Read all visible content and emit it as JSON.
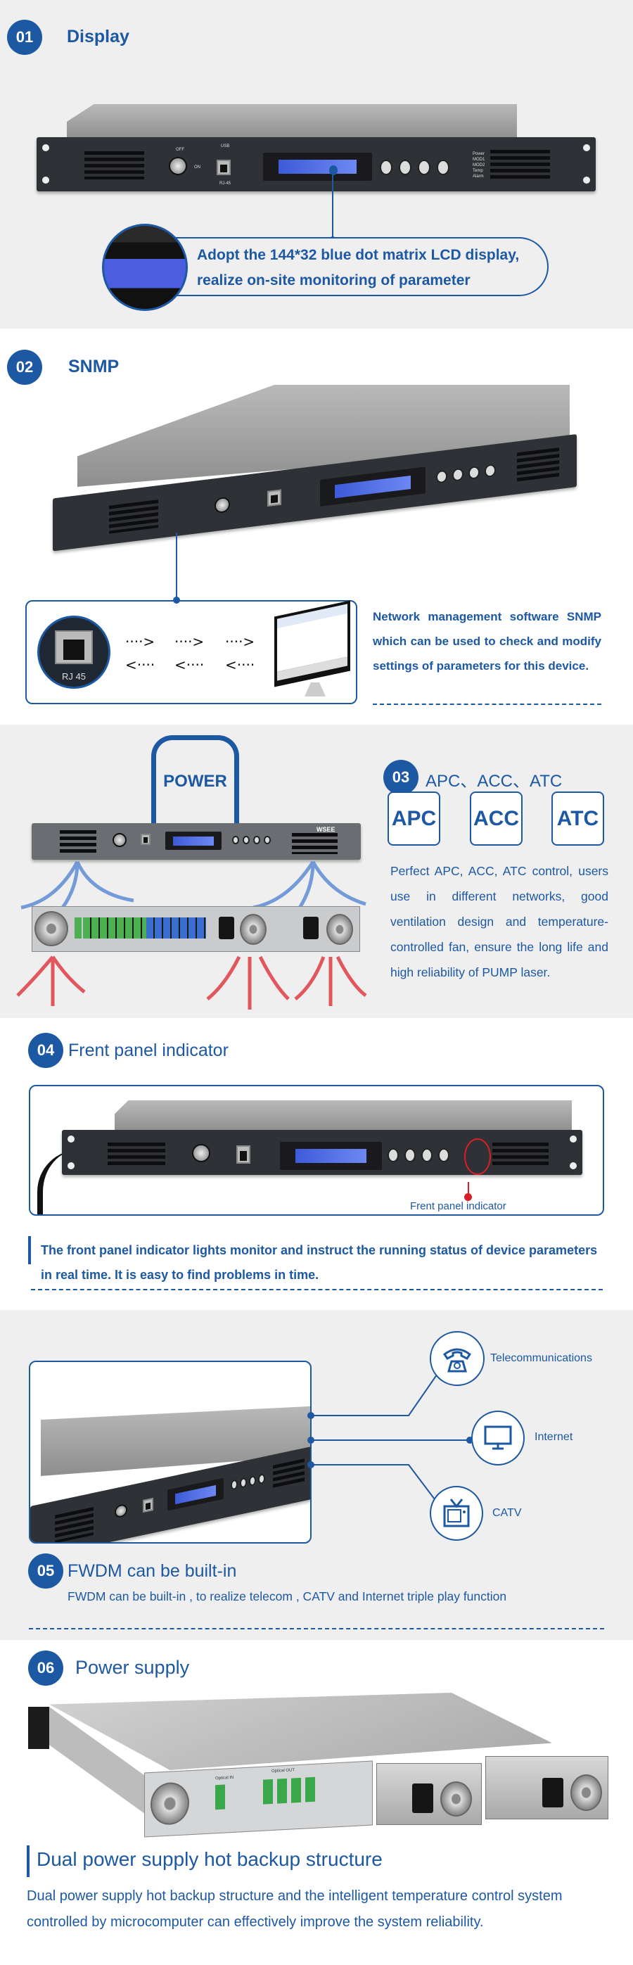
{
  "colors": {
    "accent": "#1d58a3",
    "background": "#efefef",
    "indicator": "#d81f2a"
  },
  "s1": {
    "num": "01",
    "title": "Display",
    "line1": "Adopt the 144*32 blue dot matrix LCD display,",
    "line2": "realize on-site monitoring of parameter",
    "device": {
      "off": "OFF",
      "on": "ON",
      "usb": "USB",
      "rj": "RJ-45",
      "leds": [
        "Power",
        "MOD1",
        "MOD2",
        "Temp",
        "Alarm"
      ]
    }
  },
  "s2": {
    "num": "02",
    "title": "SNMP",
    "port_label": "RJ 45",
    "arrows_right": "····>",
    "arrows_left": "<····",
    "text": "Network management software SNMP which can be used to check and modify settings of parameters for this device."
  },
  "s3": {
    "num": "03",
    "title": "APC、ACC、ATC",
    "shield": "POWER",
    "boxes": [
      "APC",
      "ACC",
      "ATC"
    ],
    "brand": "WSEE",
    "text": "Perfect APC, ACC, ATC control, users use in different networks, good ventilation design and temperature-controlled fan, ensure the long life and high reliability of PUMP laser."
  },
  "s4": {
    "num": "04",
    "title": "Frent panel indicator",
    "callout": "Frent panel indicator",
    "text": "The front panel indicator lights monitor and instruct the running status of device parameters in real time. It is easy to find problems in time."
  },
  "s5": {
    "num": "05",
    "title": "FWDM can be built-in",
    "icons": [
      {
        "label": "Telecommunications",
        "icon": "telephone-icon"
      },
      {
        "label": "Internet",
        "icon": "monitor-icon"
      },
      {
        "label": "CATV",
        "icon": "tv-icon"
      }
    ],
    "text": "FWDM can be built-in , to realize telecom , CATV and Internet triple play function"
  },
  "s6": {
    "num": "06",
    "title": "Power supply",
    "heading": "Dual power supply hot backup structure",
    "text": "Dual power supply hot backup structure and the intelligent temperature control system controlled by microcomputer can effectively improve the system reliability.",
    "optical_in": "Optical IN",
    "optical_out": "Optical OUT"
  }
}
